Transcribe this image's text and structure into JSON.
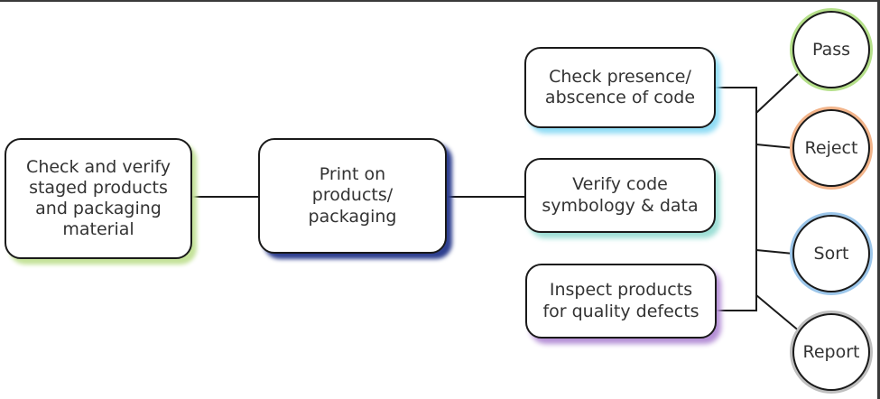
{
  "process_steps": {
    "stage": "Check and verify\nstaged products\nand packaging\nmaterial",
    "print": "Print on\nproducts/\npackaging"
  },
  "checks": {
    "presence": "Check presence/\nabscence of code",
    "verify": "Verify code\nsymbology & data",
    "inspect": "Inspect products\nfor quality defects"
  },
  "outcomes": {
    "pass": "Pass",
    "reject": "Reject",
    "sort": "Sort",
    "report": "Report"
  },
  "colors": {
    "stage_shadow": "#c5e39a",
    "print_shadow": "#2e3f8f",
    "presence_shadow": "#8fdcf5",
    "verify_shadow": "#9ddfd6",
    "inspect_shadow": "#b58fd6",
    "pass_ring": "#b5e08a",
    "reject_ring": "#f2b48a",
    "sort_ring": "#9cc6ea",
    "report_ring": "#bfbfbf"
  }
}
